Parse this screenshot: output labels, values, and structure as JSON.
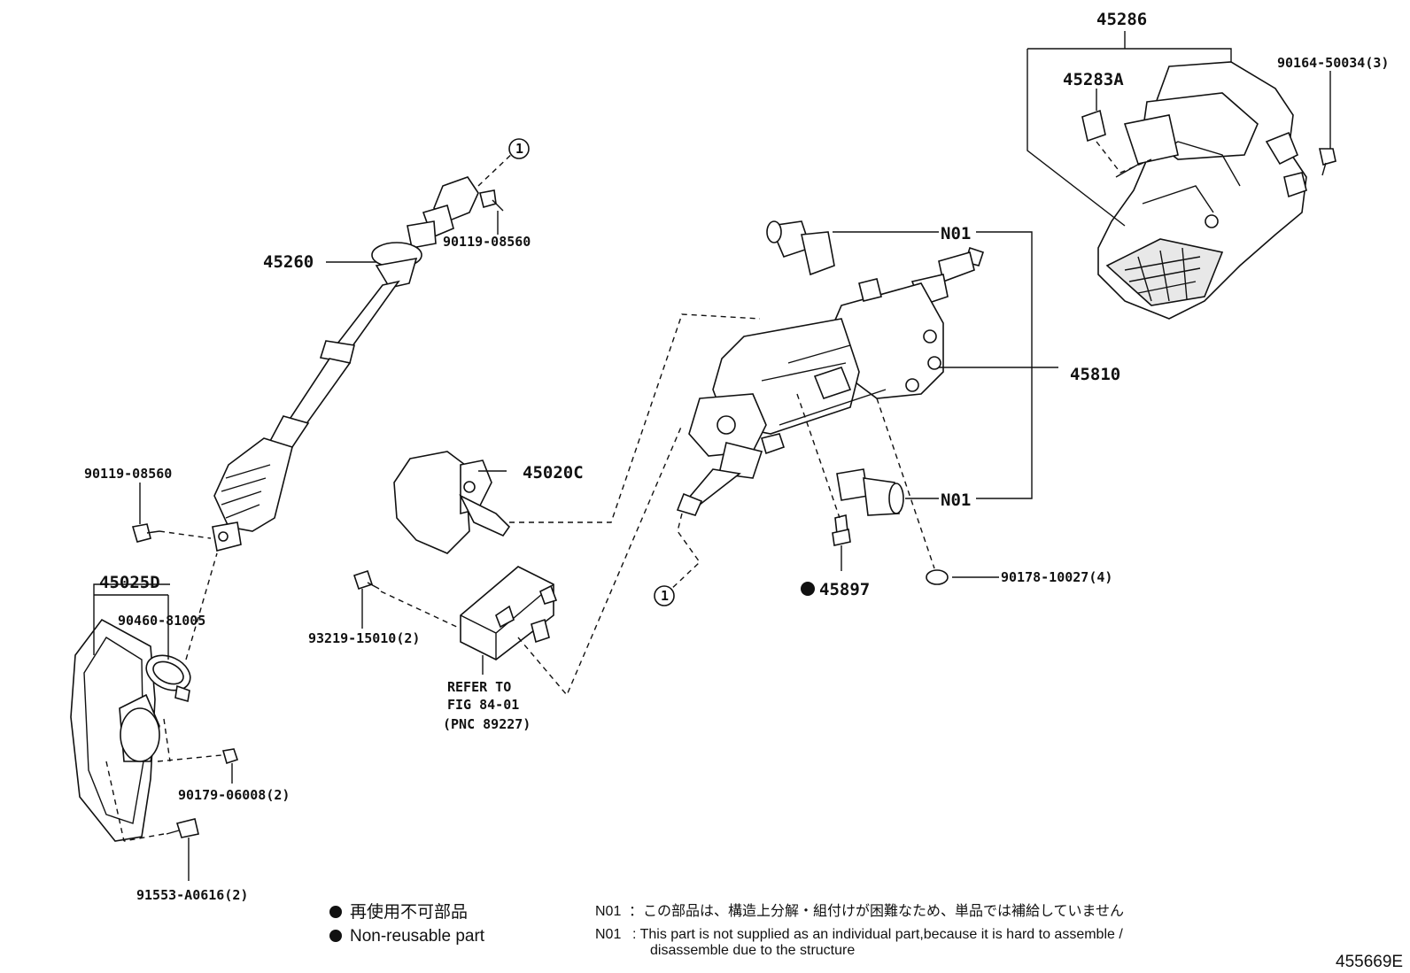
{
  "labels": {
    "p45286": "45286",
    "p45283a": "45283A",
    "p90164": "90164-50034(3)",
    "p90119_top": "90119-08560",
    "p45260": "45260",
    "n01_top": "N01",
    "p45810": "45810",
    "p90119_left": "90119-08560",
    "p45020c": "45020C",
    "n01_bottom": "N01",
    "p45025d": "45025D",
    "p90460": "90460-81005",
    "p93219": "93219-15010(2)",
    "p45897": "45897",
    "p90178": "90178-10027(4)",
    "refer_line1": "REFER TO",
    "refer_line2": "FIG 84-01",
    "refer_line3": "(PNC 89227)",
    "p90179": "90179-06008(2)",
    "p91553": "91553-A0616(2)",
    "callout_1_top": "1",
    "callout_1_mid": "1"
  },
  "legend": {
    "jp": "再使用不可部品",
    "en": "Non-reusable part"
  },
  "notes": {
    "n01_code_jp": "N01",
    "n01_jp": "：この部品は、構造上分解・組付けが困難なため、単品では補給していません",
    "n01_code_en": "N01",
    "n01_en_line1": ":  This part is not supplied as an individual part,because it is hard to assemble /",
    "n01_en_line2": "disassemble due to the structure"
  },
  "figure_id": "455669E"
}
